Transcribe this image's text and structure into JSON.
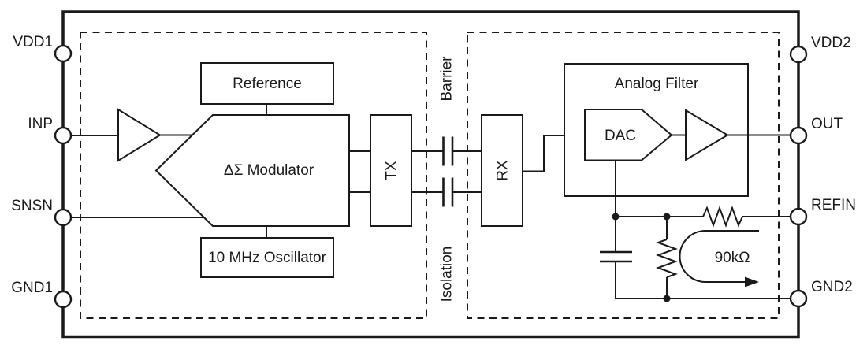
{
  "pins": {
    "left": [
      "VDD1",
      "INP",
      "SNSN",
      "GND1"
    ],
    "right": [
      "VDD2",
      "OUT",
      "REFIN",
      "GND2"
    ]
  },
  "left_side": {
    "reference": "Reference",
    "modulator": "ΔΣ Modulator",
    "oscillator": "10 MHz Oscillator",
    "tx": "TX"
  },
  "isolation": {
    "barrier": "Barrier",
    "isolation": "Isolation"
  },
  "right_side": {
    "rx": "RX",
    "analog_filter": "Analog Filter",
    "dac": "DAC",
    "resistor_value": "90kΩ"
  },
  "colors": {
    "line": "#1a1a1a",
    "background": "#ffffff"
  }
}
